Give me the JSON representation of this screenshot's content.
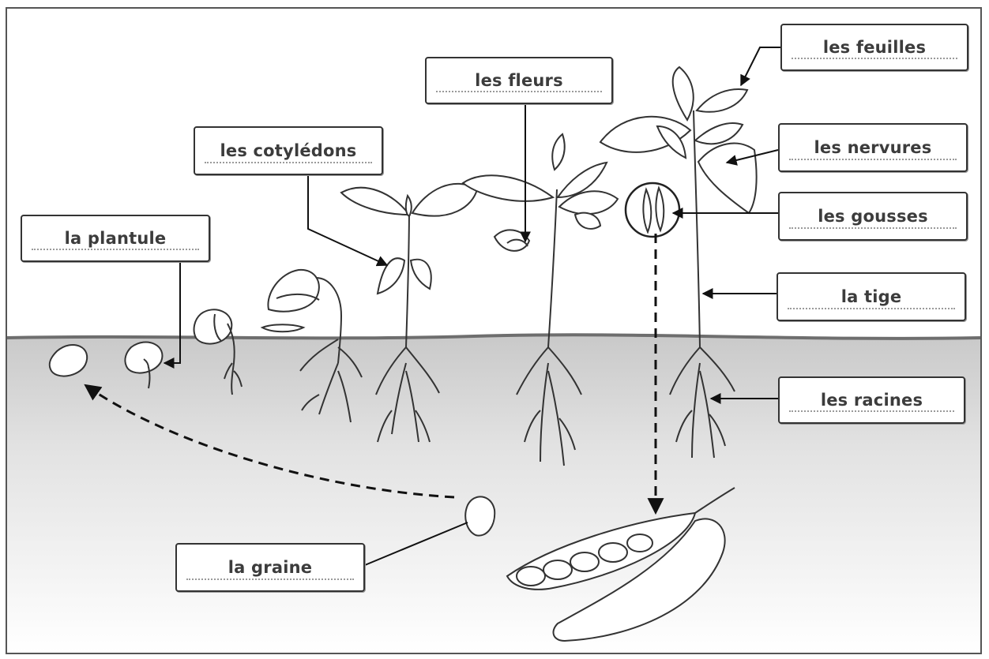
{
  "diagram": {
    "labels": {
      "plantule": "la plantule",
      "cotyledons": "les cotylédons",
      "fleurs": "les fleurs",
      "feuilles": "les feuilles",
      "nervures": "les nervures",
      "gousses": "les gousses",
      "tige": "la tige",
      "racines": "les racines",
      "graine": "la graine"
    }
  }
}
